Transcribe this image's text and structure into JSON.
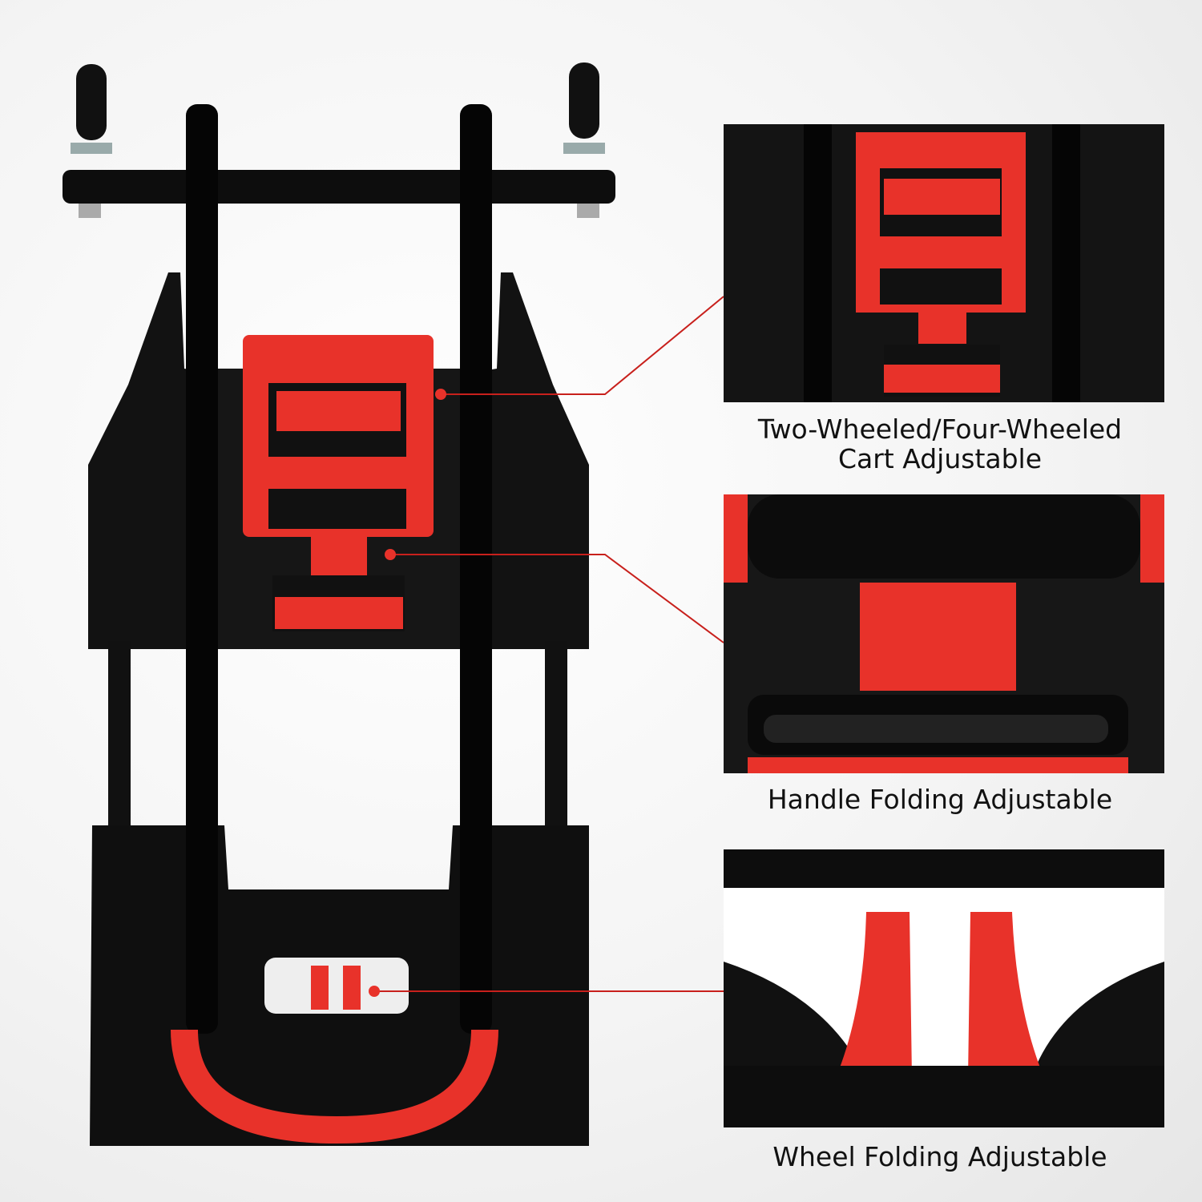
{
  "features": [
    {
      "caption_line1": "Two-Wheeled/Four-Wheeled",
      "caption_line2": "Cart Adjustable"
    },
    {
      "caption": "Handle Folding Adjustable"
    },
    {
      "caption": "Wheel Folding Adjustable"
    }
  ],
  "colors": {
    "accent": "#e8322a",
    "frame": "#0d0d0d",
    "callout": "#c8201c"
  }
}
